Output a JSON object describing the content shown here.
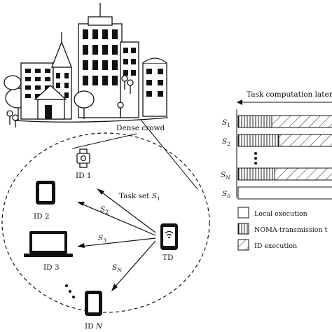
{
  "city": {
    "caption": "Dense crowd"
  },
  "devices": [
    {
      "id": "id1",
      "label": "ID 1"
    },
    {
      "id": "id2",
      "label": "ID 2"
    },
    {
      "id": "id3",
      "label": "ID 3"
    },
    {
      "id": "idN",
      "label_prefix": "ID ",
      "label_suffix": "N"
    }
  ],
  "transmitter": {
    "label": "TD"
  },
  "links": {
    "task_set_prefix": "Task set ",
    "s_letter": "S",
    "sub_1": "1",
    "sub_2": "2",
    "sub_3": "3",
    "sub_N": "N"
  },
  "timeline": {
    "header": "Task computation latenc",
    "rows": [
      {
        "s": "S",
        "sub": "1"
      },
      {
        "s": "S",
        "sub": "2"
      },
      {
        "s": "S",
        "sub": "N"
      },
      {
        "s": "S",
        "sub": "0"
      }
    ]
  },
  "legend": {
    "local": "Local execution",
    "noma": "NOMA-transmission t",
    "id_exec": "ID execution"
  }
}
